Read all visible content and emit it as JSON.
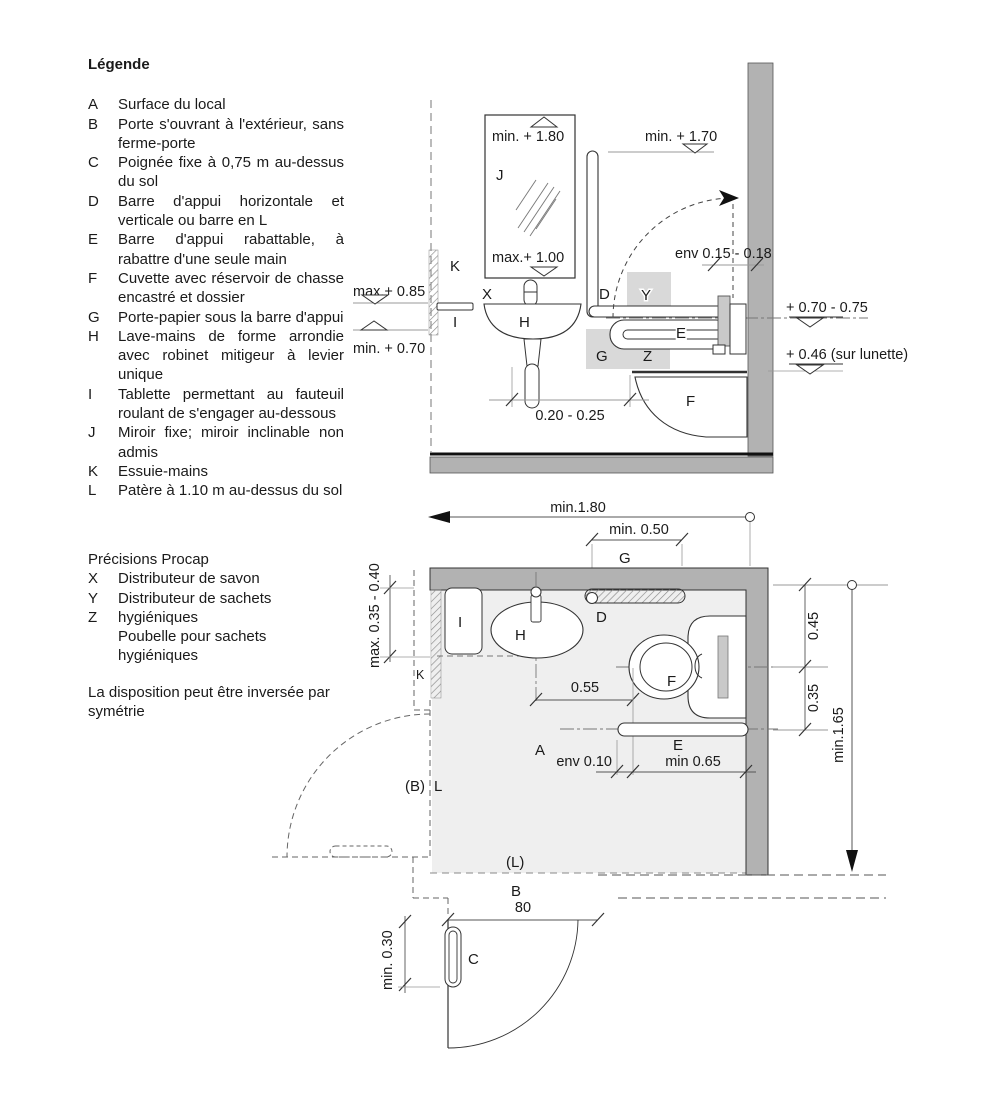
{
  "legend": {
    "title": "Légende",
    "items": [
      {
        "key": "A",
        "text": "Surface du local"
      },
      {
        "key": "B",
        "text": "Porte s'ouvrant à l'extérieur, sans ferme-porte"
      },
      {
        "key": "C",
        "text": "Poignée fixe à 0,75 m au-dessus du sol"
      },
      {
        "key": "D",
        "text": "Barre d'appui horizontale et verticale ou barre en L"
      },
      {
        "key": "E",
        "text": "Barre d'appui rabattable, à rabattre d'une seule main"
      },
      {
        "key": "F",
        "text": "Cuvette avec réservoir de chasse encastré et dossier"
      },
      {
        "key": "G",
        "text": "Porte-papier sous la barre d'appui"
      },
      {
        "key": "H",
        "text": "Lave-mains de forme arrondie avec robinet mitigeur à levier unique"
      },
      {
        "key": "I",
        "text": "Tablette permettant au fauteuil roulant de s'engager au-dessous"
      },
      {
        "key": "J",
        "text": "Miroir fixe; miroir inclinable non admis"
      },
      {
        "key": "K",
        "text": "Essuie-mains"
      },
      {
        "key": "L",
        "text": "Patère à 1.10 m au-dessus du sol"
      }
    ]
  },
  "precisions": {
    "title": "Précisions Procap",
    "items": [
      {
        "key": "X",
        "text": "Distributeur de savon"
      },
      {
        "key": "Y",
        "text": "Distributeur de sachets"
      },
      {
        "key": "Z",
        "text": "hygiéniques"
      },
      {
        "key": "",
        "text": "Poubelle pour sachets"
      },
      {
        "key": "",
        "text": "hygiéniques"
      }
    ]
  },
  "note": "La disposition peut être inversée par symétrie",
  "elevation": {
    "mirror_min": "min.  + 1.80",
    "mirror_max": "max.+ 1.00",
    "level_170": "min. + 1.70",
    "env_15_18": "env 0.15 - 0.18",
    "max_085": "max.+ 0.85",
    "min_070": "min.   + 0.70",
    "level_070_075": "+ 0.70 - 0.75",
    "level_046": "+ 0.46 (sur lunette)",
    "dim_020_025": "0.20 - 0.25",
    "labels": {
      "J": "J",
      "K": "K",
      "X": "X",
      "I": "I",
      "H": "H",
      "D": "D",
      "Y": "Y",
      "E": "E",
      "G": "G",
      "Z": "Z",
      "F": "F"
    }
  },
  "plan": {
    "dim_min180": "min.1.80",
    "dim_min050": "min. 0.50",
    "dim_055": "0.55",
    "dim_045": "0.45",
    "dim_035": "0.35",
    "dim_min165": "min.1.65",
    "dim_env010": "env 0.10",
    "dim_min065": "min 0.65",
    "dim_max035_040": "max. 0.35 - 0.40",
    "dim_80": "80",
    "dim_min030": "min. 0.30",
    "labels": {
      "G": "G",
      "I": "I",
      "H": "H",
      "D": "D",
      "F": "F",
      "E": "E",
      "A": "A",
      "K": "K",
      "L": "L",
      "B": "B",
      "C": "C",
      "alt_b": "(B)",
      "alt_l": "(L)"
    }
  },
  "colors": {
    "wall": "#b2b2b2",
    "floor": "#efefef",
    "label_box": "#d9d9d9",
    "seat_band": "#c9c9c9"
  }
}
